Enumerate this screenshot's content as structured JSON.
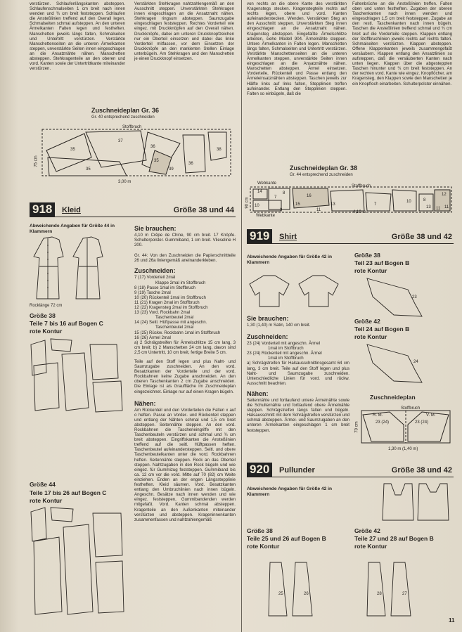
{
  "top_col1": "verstürzen. Schlaufenlängskanten absteppen. Schlaufenschmalseiten 1 cm breit nach innen wenden und ¾ cm breit feststeppen. Schlaufen die Ansteßlinien treffend auf den Overall legen, Schmalseiten schmal aufsteppen. An den unteren Ärmelkanten Falten legen und festheften. Manschetten jeweils längs falten, Schmalseiten und Untertritt verstürzen. Verstärkte Manschettenseiten an die unteren Ärmelkanten steppen, unverstärkte Seiten innen eingeschlagen an die Ansatznähte nähen. Manschetten absteppen. Stehkragenteile an den oberen und vord. Kanten sowie der Untertrittkante miteinander verstürzen.",
  "top_col2": "Verstärkten Stehkragen nahtzahlengemäß an den Ausschnitt steppen. Unverstärkten Stehkragen innen eingeschlagen an die Ansatznaht nähen. Stehkragen ringsum absteppen. Saumzugabe eingeschlagen feststeppen. Rechtes Vorderteil wie eingez. mit Druckknöpfen auf den Overall nähen. Druckknöpfe, dabei am unteren Druckknopfzeichen nur ein Oberteil einsetzen und dabei das linke Vorderteil mitfassen, vor dem Einsetzen der Druckknöpfe an den markierten Stellen Einlage unterbügeln. Am Stehkragen und den Manschetten je einen Druckknopf einsetzen.",
  "top_col3": "von rechts an die obere Kante des verstärkten Kragenstegs stecken. Kragenstegteile rechts auf rechts legen, obere und vord. Kanten aufeinanderstecken. Wenden. Verstärkten Steg an den Ausschnitt steppen. Unverstärkten Steg innen eingeschlagen an die Ansatznaht nähen. Kragensteg absteppen. Eingefaßte Ärmelschlitze arbeiten, siehe Modell 904. Ärmelnähte steppen. Untere Ärmelkanten in Falten legen. Manschetten längs falten, Schmalseiten und Untertritt verstürzen. Verstärkte Manschettenseiten an die unteren Ärmelkanten steppen, unverstärkte Seiten innen eingeschlagen an die Ansatznähte nähen. Manschetten absteppen. Ärmel einsetzen. Vorderteile, Rückenteil und Passe entlang den Ärmeleinsatznähten absteppen. Taschen jeweils zur Hälfte links auf links falten, Stepplinien treffen aufeinander. Entlang den Stepplinien steppen. Falten so einbügeln, daß die",
  "top_col4": "Faltenbrüche an die Ansteßlinien treffen. Falten oben und unten festheften. Zugaben der oberen Taschenkanten nach innen wenden und eingeschlagen 1,5 cm breit feststeppen. Zugabe an den restl. Taschenkanten nach innen bügeln. Taschen die Ansteßlinien treffend schmal und ¾ cm breit auf die Vorderteile steppen. Klappen entlang der Stoffbruchlinien jeweils rechts auf rechts falten. Schmalseiten verstürzen. Klappen absteppen. Offene Klappenkanten jeweils zusammengefaßt versäubern. Klappen entlang den Ansatzlinien so aufsteppen, daß die versäuberten Kanten nach unten liegen. Klappen über die abgesteppten Taschen hinunter und ¾ cm breit feststeppen. An der rechten vord. Kante wie eingez. Knopflöcher, am Kragensteg, den Klappen sowie den Manschetten je ein Knopfloch einarbeiten. Schulterpolster einnähen.",
  "z36": {
    "title": "Zuschneideplan Gr. 36",
    "sub": "Gr. 40 entsprechend zuschneiden",
    "stoffbruch": "Stoffbruch",
    "height": "75 cm",
    "width": "3,00 m",
    "pieces": [
      "35",
      "37",
      "35",
      "36",
      "35",
      "39",
      "36",
      "38"
    ]
  },
  "z38": {
    "title": "Zuschneideplan Gr. 38",
    "sub": "Gr. 44 entsprechend zuschneiden",
    "webkante": "Webkante",
    "stoffbruch": "Stoffbruch",
    "height": "90 cm",
    "width": "4,10 m",
    "pieces": [
      "14",
      "7",
      "8",
      "16",
      "10",
      "15",
      "11",
      "9",
      "13",
      "7",
      "10",
      "8",
      "12",
      "13",
      "11",
      "11"
    ]
  },
  "m918": {
    "num": "918",
    "name": "Kleid",
    "size": "Größe 38 und 44",
    "abw": "Abweichende Angaben für Größe 44 in Klammern",
    "rock": "Rocklänge 72 cm",
    "g38": "Größe 38",
    "g38t": "Teile 7 bis 16 auf Bogen C",
    "g38k": "rote Kontur",
    "g44": "Größe 44",
    "g44t": "Teile 17 bis 26 auf Bogen C",
    "g44k": "rote Kontur",
    "brauchen_h": "Sie brauchen:",
    "brauchen": "4,10 m Crêpe de Chine, 90 cm breit. 17 Knöpfe. Schulterpolster. Gummiband, 1 cm breit. Vlieseline H 200.",
    "gr44note": "Gr. 44: Von den Zuschneiden die Papierschnittteile 26 und 26a liniengemäß aneinanderkleben.",
    "zusch_h": "Zuschneiden:",
    "zusch": [
      "7 (17) Vorderteil 2mal",
      "Klappe 2mal im Stoffbruch",
      "8 (18) Passe 1mal im Stoffbruch",
      "9 (19) Tasche 2mal",
      "10 (20) Rückenteil 1mal im Stoffbruch",
      "11 (21) Kragen 2mal im Stoffbruch",
      "12 (22) Kragensteg 2mal im Stoffbruch",
      "13 (23) Vord. Rockbahn 2mal",
      "Taschenbeutel 2mal",
      "14 (24) Seitl. Hüftpasse mit angeschn.",
      "Taschenbeutel 2mal",
      "15 (25) Rückw. Rockbahn 1mal im Stoffbruch",
      "16 (26) Ärmel 2mal"
    ],
    "zusch2": "a) 2 Schrägstreifen für Ärmelschlitze 15 cm lang, 3 cm breit; b) 2 Manschetten 24 cm lang, davon sind 2,5 cm Untertritt, 10 cm breit, fertige Breite 5 cm.",
    "zusch3": "Teile auf den Stoff legen und plus Naht- und Saumzugabe zuschneiden. An den vord. Besatzkanten der Vorderteile und der vord. Rockbahnen keine Zugabe anschneiden. An den oberen Taschenkanten 2 cm Zugabe anschneiden. Die Einlage ist als Grauffläche im Zuschneideplan eingezeichnet. Einlage nur auf einen Kragen bügeln.",
    "naehen_h": "Nähen:",
    "naehen": "Am Rückenteil und den Vorderteilen die Falten x auf o heften. Passe an Vorder- und Rückenteil steppen und entlang der Nähten schmal und 1,5 cm breit absteppen. Seitennähte steppen. An den vord. Rockbahnen die Tascheneingriffe mit den Taschenbeuteln verstürzen und schmal und ¾ cm breit absteppen. Eingriffskanten die Ansteßlinien treffend auf die seitl. Hüftpassen heften. Taschenbeutel aufeinandersteppen. Seitl. und obere Taschenbeutelkanten unter die vord. Rockbahnen heften. Seitennähte steppen. Rock an das Oberteil steppen. Nahtzugaben in den Rock bügeln und wie eingez. für Gummizug feststeppen. Gummiband bis ca. 12 cm vor die vord. Mitte auf 70 (82) cm Weite einziehen. Enden an der engen Längsstepplinie festheften. Kleid säumen. Vord. Besatzkanten entlang den Umbruchlinien nach innen bügeln. Angeschn. Besätze nach innen wenden und wie eingez. feststeppen, Gummibandenden werden mitgefaßt. Vord. Kanten schmal absteppen. Kragenteile an den Außenkanten miteinander verstürzen und absteppen. Krageninnenkanten zusammenfassen und nahtzahlengemäß"
  },
  "m919": {
    "num": "919",
    "name": "Shirt",
    "size": "Größe 38 und 42",
    "abw": "Abweichende Angaben für Größe 42 in Klammern",
    "g38": "Größe 38",
    "g38t": "Teil 23 auf Bogen B",
    "g38k": "rote Kontur",
    "g42": "Größe 42",
    "g42t": "Teil 24 auf Bogen B",
    "g42k": "rote Kontur",
    "brauchen_h": "Sie brauchen:",
    "brauchen": "1,30 (1,40) m Satin, 140 cm breit.",
    "zusch_h": "Zuschneiden:",
    "zusch": [
      "23 (24) Vorderteil mit angeschn. Ärmel",
      "1mal im Stoffbruch",
      "23 (24) Rückenteil mit angeschn. Ärmel",
      "1mal im Stoffbruch"
    ],
    "zusch2": "a) Schrägstreifen für Halsausschnittinsgesamt 64 cm lang, 3 cm breit. Teile auf den Stoff legen und plus Naht- und Saumzugabe zuschneiden. Unterschiedliche Linien für vord. und rückw. Ausschnitt beachten.",
    "naehen_h": "Nähen:",
    "naehen": "Seitennähte und fortlaufend untere Ärmelnähte sowie die Schulternähte und fortlaufend obere Ärmelnähte steppen. Schrägstreifen längs falten und bügeln. Halsausschnitt mit dem Schrägstreifen verstürzen und schmal absteppen. Ärmel- und Saumzugaben an den unteren Ärmelkanten eingeschlagen 1 cm breit feststeppen.",
    "zplan": "Zuschneideplan",
    "stoff": "Stoffbruch",
    "rm": "R. M.",
    "vm": "V. M.",
    "p1": "23",
    "p1b": "(24)",
    "p2": "23",
    "p2b": "(24)",
    "h": "70 cm",
    "w": "1,30 m",
    "wb": "(1,40 m)",
    "d23": "23",
    "d24": "24"
  },
  "m920": {
    "num": "920",
    "name": "Pullunder",
    "size": "Größe 38 und 42",
    "abw": "Abweichende Angaben für Größe 42 in Klammern",
    "g38": "Größe 38",
    "g38t": "Teile 25 und 26 auf Bogen B",
    "g38k": "rote Kontur",
    "g42": "Größe 42",
    "g42t": "Teile 27 und 28 auf Bogen B",
    "g42k": "rote Kontur",
    "p25": "25",
    "p26": "26",
    "p27": "27",
    "p28": "28"
  },
  "page_number": "11"
}
